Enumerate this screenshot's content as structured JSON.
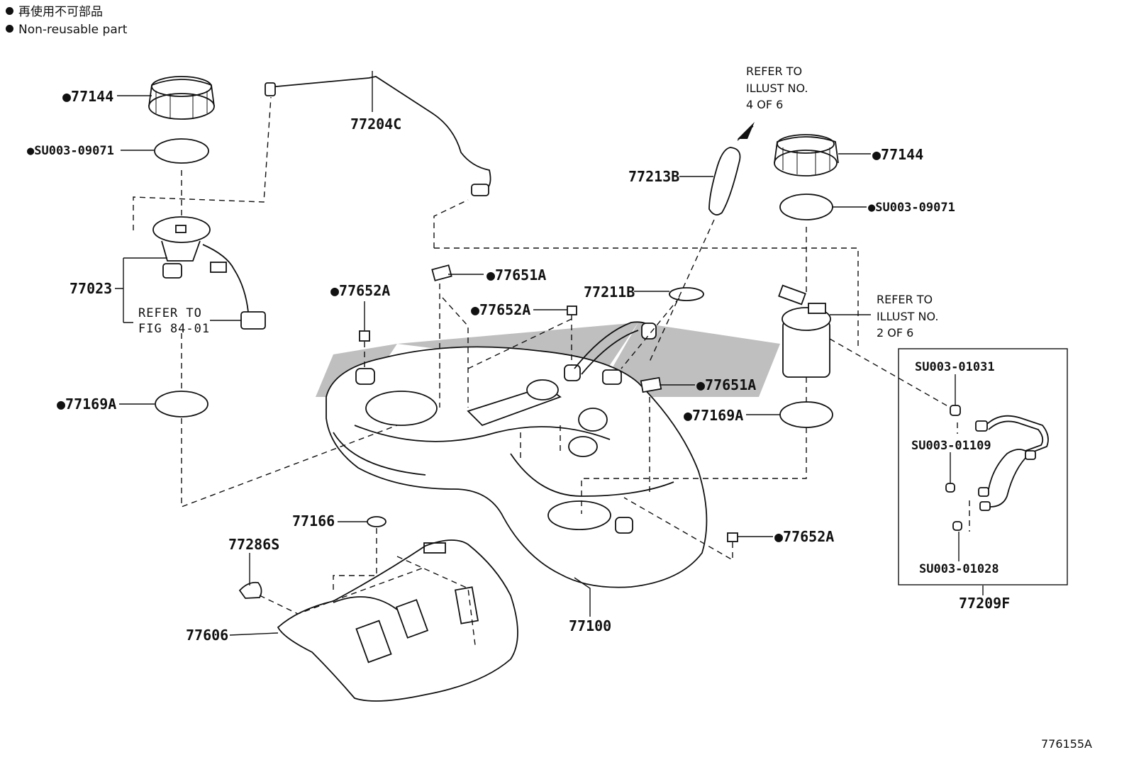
{
  "legend": [
    {
      "symbol": "●",
      "text": "再使用不可部品"
    },
    {
      "symbol": "●",
      "text": "Non-reusable part"
    }
  ],
  "labels": {
    "p77144_left": "●77144",
    "ring_left": "●SU003-09071",
    "p77204C": "77204C",
    "p77023": "77023",
    "refer_fig_1": "REFER TO",
    "refer_fig_2": "FIG 84-01",
    "p77169A_left": "●77169A",
    "p77652A_1": "●77652A",
    "p77651A_1": "●77651A",
    "p77652A_2": "●77652A",
    "p77211B": "77211B",
    "p77213B": "77213B",
    "refer4_1": "REFER TO",
    "refer4_2": "ILLUST NO.",
    "refer4_3": "4 OF 6",
    "p77144_right": "●77144",
    "ring_right": "●SU003-09071",
    "refer2_1": "REFER TO",
    "refer2_2": "ILLUST NO.",
    "refer2_3": "2 OF 6",
    "p77651A_2": "●77651A",
    "p77169A_right": "●77169A",
    "su01031": "SU003-01031",
    "su01109": "SU003-01109",
    "su01028": "SU003-01028",
    "p77209F": "77209F",
    "p77652A_3": "●77652A",
    "p77166": "77166",
    "p77286S": "77286S",
    "p77606": "77606",
    "p77100": "77100"
  },
  "illustration_code": "776155A",
  "icons": [
    "fuel-tank-icon",
    "fuel-pump-icon",
    "ring-icon",
    "hose-icon"
  ]
}
